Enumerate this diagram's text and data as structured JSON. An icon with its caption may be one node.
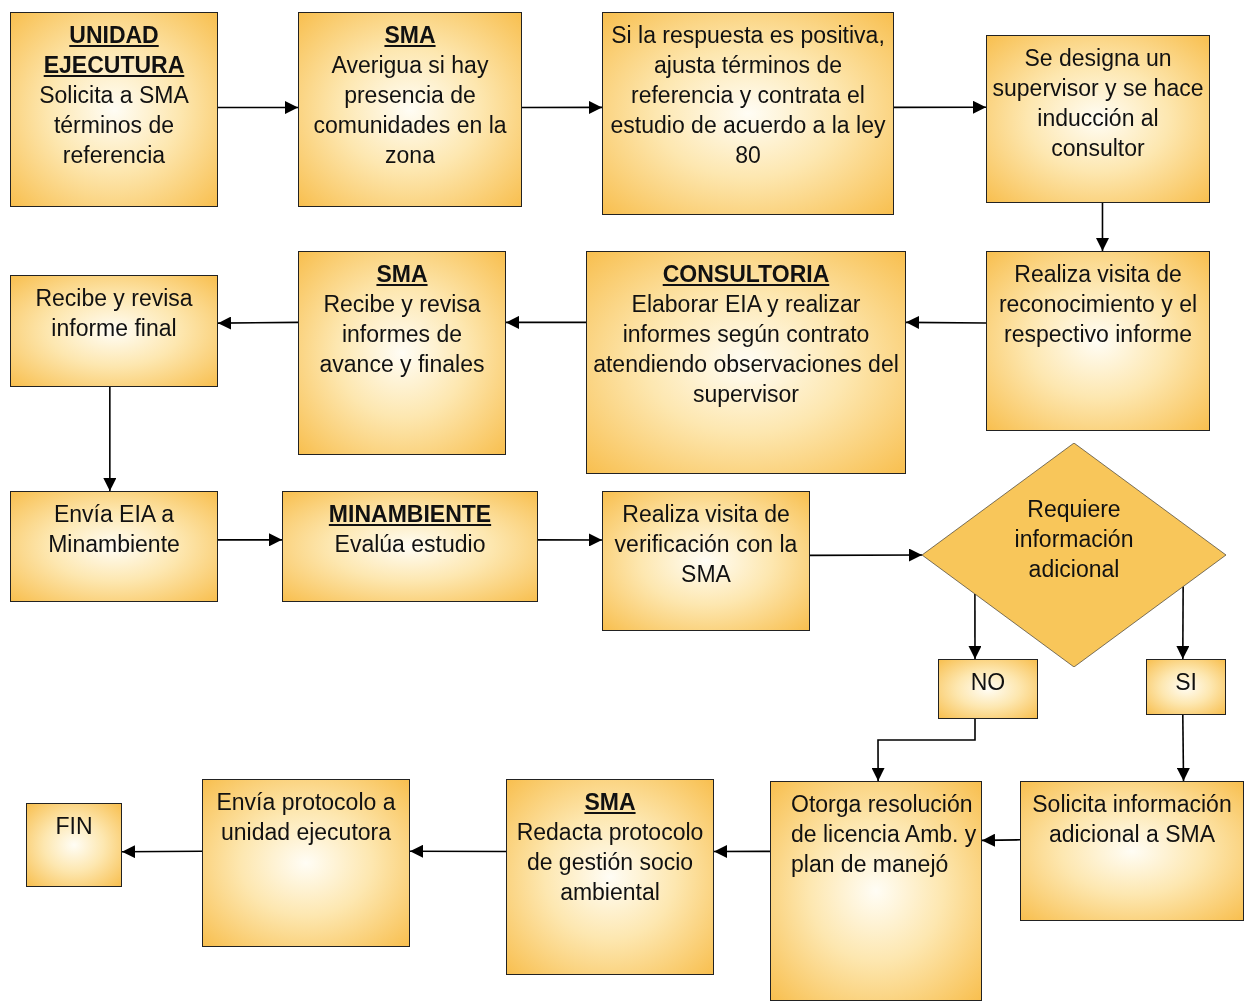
{
  "diagram": {
    "nodes": [
      {
        "text": [
          "UNIDAD EJECUTURA",
          "Solicita a SMA términos de referencia"
        ]
      },
      {
        "text": [
          "SMA",
          "Averigua si hay presencia de comunidades en la zona"
        ]
      },
      {
        "text": [
          "Si la respuesta es positiva, ajusta términos de referencia y contrata el estudio de acuerdo a la ley 80"
        ]
      },
      {
        "text": [
          "Se designa un supervisor y se hace inducción al consultor"
        ]
      },
      {
        "text": [
          "Realiza visita de reconocimiento y el respectivo informe"
        ]
      },
      {
        "text": [
          "CONSULTORIA",
          "Elaborar EIA y realizar informes según contrato atendiendo observaciones del supervisor"
        ]
      },
      {
        "text": [
          "SMA",
          "Recibe y revisa informes de avance y finales"
        ]
      },
      {
        "text": [
          "Recibe y revisa informe final"
        ]
      },
      {
        "text": [
          "Envía EIA a Minambiente"
        ]
      },
      {
        "text": [
          "MINAMBIENTE",
          "Evalúa estudio"
        ]
      },
      {
        "text": [
          "Realiza visita de verificación con la SMA"
        ]
      },
      {
        "text": [
          "Requiere información adicional"
        ]
      },
      {
        "text": [
          "NO"
        ]
      },
      {
        "text": [
          "SI"
        ]
      },
      {
        "text": [
          "Solicita información adicional a SMA"
        ]
      },
      {
        "text": [
          "Otorga resolución de licencia Amb. y plan de manejó"
        ]
      },
      {
        "text": [
          "SMA",
          "Redacta protocolo de gestión socio ambiental"
        ]
      },
      {
        "text": [
          "Envía protocolo a unidad ejecutora"
        ]
      },
      {
        "text": [
          "FIN"
        ]
      }
    ],
    "edges": [
      {
        "from": 0,
        "to": 1,
        "arrow": "to"
      },
      {
        "from": 1,
        "to": 2,
        "arrow": "to"
      },
      {
        "from": 2,
        "to": 3,
        "arrow": "to"
      },
      {
        "from": 3,
        "to": 4,
        "arrow": "to"
      },
      {
        "from": 4,
        "to": 5,
        "arrow": "to"
      },
      {
        "from": 5,
        "to": 6,
        "arrow": "to"
      },
      {
        "from": 6,
        "to": 7,
        "arrow": "to"
      },
      {
        "from": 7,
        "to": 8,
        "arrow": "to"
      },
      {
        "from": 8,
        "to": 9,
        "arrow": "to"
      },
      {
        "from": 9,
        "to": 10,
        "arrow": "to"
      },
      {
        "from": 10,
        "to": 11,
        "arrow": "to"
      },
      {
        "from": 11,
        "to": 12,
        "arrow": "to"
      },
      {
        "from": 11,
        "to": 13,
        "arrow": "to"
      },
      {
        "from": 12,
        "to": 15,
        "arrow": "to"
      },
      {
        "from": 13,
        "to": 14,
        "arrow": "to"
      },
      {
        "from": 14,
        "to": 15,
        "arrow": "to"
      },
      {
        "from": 15,
        "to": 16,
        "arrow": "to"
      },
      {
        "from": 16,
        "to": 17,
        "arrow": "to"
      },
      {
        "from": 17,
        "to": 18,
        "arrow": "to"
      }
    ]
  }
}
